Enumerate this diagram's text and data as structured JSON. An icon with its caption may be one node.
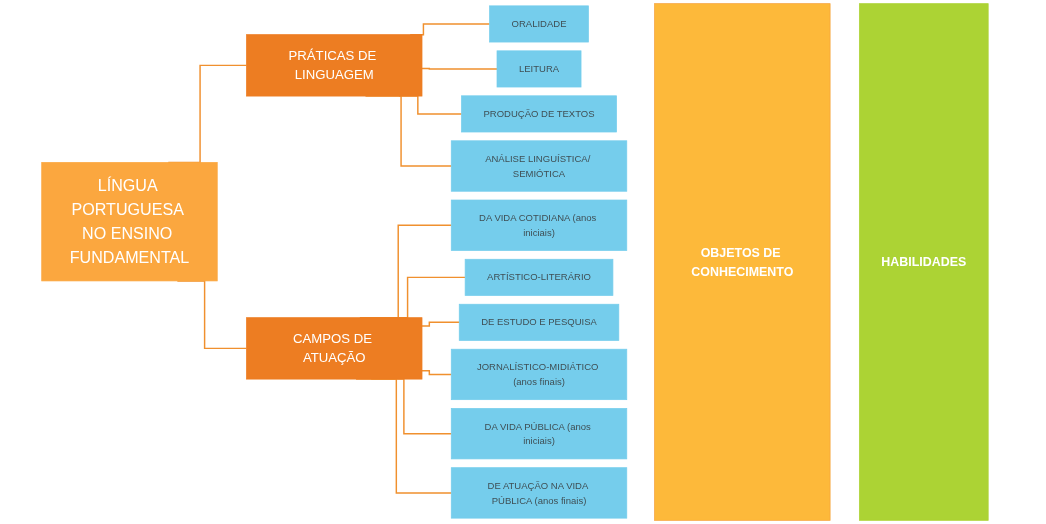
{
  "diagram": {
    "nodes": [
      {
        "text": [
          "LÍNGUA PORTUGUESA NO ENSINO FUNDAMENTAL"
        ]
      },
      {
        "text": [
          "PRÁTICAS DE LINGUAGEM"
        ]
      },
      {
        "text": [
          "ORALIDADE"
        ]
      },
      {
        "text": [
          "LEITURA"
        ]
      },
      {
        "text": [
          "PRODUÇÃO DE TEXTOS"
        ]
      },
      {
        "text": [
          "ANÁLISE LINGUÍSTICA/ SEMIÓTICA"
        ]
      },
      {
        "text": [
          "CAMPOS DE ATUAÇÃO"
        ]
      },
      {
        "text": [
          "DA VIDA COTIDIANA (anos iniciais)"
        ]
      },
      {
        "text": [
          "ARTÍSTICO-LITERÁRIO"
        ]
      },
      {
        "text": [
          "DE ESTUDO E PESQUISA"
        ]
      },
      {
        "text": [
          "JORNALÍSTICO-MIDIÁTICO (anos finais)"
        ]
      },
      {
        "text": [
          "DA VIDA PÚBLICA (anos iniciais)"
        ]
      },
      {
        "text": [
          "DE ATUAÇÃO NA VIDA PÚBLICA (anos finais)"
        ]
      },
      {
        "text": [
          "OBJETOS DE CONHECIMENTO"
        ]
      },
      {
        "text": [
          "HABILIDADES"
        ]
      }
    ],
    "edges": [
      {
        "from": 0,
        "to": 1,
        "arrow": "none"
      },
      {
        "from": 0,
        "to": 6,
        "arrow": "none"
      },
      {
        "from": 1,
        "to": 2,
        "arrow": "none"
      },
      {
        "from": 1,
        "to": 3,
        "arrow": "none"
      },
      {
        "from": 1,
        "to": 4,
        "arrow": "none"
      },
      {
        "from": 1,
        "to": 5,
        "arrow": "none"
      },
      {
        "from": 6,
        "to": 7,
        "arrow": "none"
      },
      {
        "from": 6,
        "to": 8,
        "arrow": "none"
      },
      {
        "from": 6,
        "to": 9,
        "arrow": "none"
      },
      {
        "from": 6,
        "to": 10,
        "arrow": "none"
      },
      {
        "from": 6,
        "to": 11,
        "arrow": "none"
      },
      {
        "from": 6,
        "to": 12,
        "arrow": "none"
      }
    ]
  }
}
